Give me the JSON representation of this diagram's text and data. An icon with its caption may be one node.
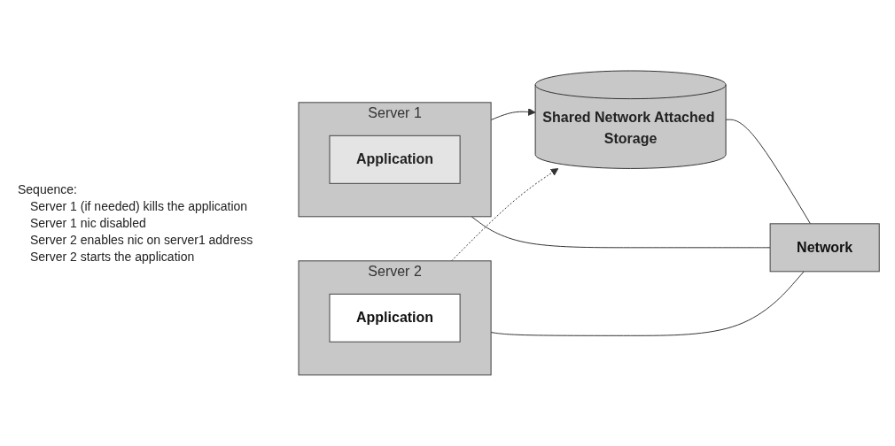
{
  "diagram": {
    "nodes": [
      {
        "text": [
          "Server 1"
        ]
      },
      {
        "text": [
          "Application"
        ],
        "in": 0
      },
      {
        "text": [
          "Server 2"
        ]
      },
      {
        "text": [
          "Application"
        ],
        "in": 2
      },
      {
        "text": [
          "Shared Network Attached Storage"
        ]
      },
      {
        "text": [
          "Network"
        ]
      }
    ],
    "edges": [
      {
        "from": 0,
        "to": 4,
        "arrow": "to"
      },
      {
        "from": 2,
        "to": 4,
        "arrow": "to",
        "style": "dashed"
      },
      {
        "from": 4,
        "to": 5,
        "arrow": "none"
      },
      {
        "from": 0,
        "to": 5,
        "arrow": "none"
      },
      {
        "from": 2,
        "to": 5,
        "arrow": "none"
      }
    ],
    "labels": [
      "Sequence:",
      "Server 1 (if needed) kills the application",
      "Server 1 nic disabled",
      "Server 2 enables nic on server1 address",
      "Server 2 starts the application"
    ]
  }
}
